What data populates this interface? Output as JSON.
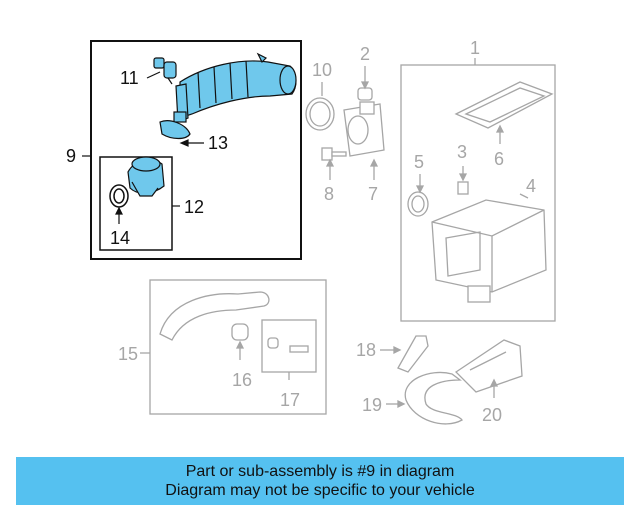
{
  "callouts": {
    "c1": "1",
    "c2": "2",
    "c3": "3",
    "c4": "4",
    "c5": "5",
    "c6": "6",
    "c7": "7",
    "c8": "8",
    "c9": "9",
    "c10": "10",
    "c11": "11",
    "c12": "12",
    "c13": "13",
    "c14": "14",
    "c15": "15",
    "c16": "16",
    "c17": "17",
    "c18": "18",
    "c19": "19",
    "c20": "20"
  },
  "banner": {
    "line1": "Part or sub-assembly is #9 in diagram",
    "line2": "Diagram may not be specific to your vehicle"
  },
  "colors": {
    "highlight_part": "#6fc8ec",
    "banner_bg": "#55c1f0",
    "dim_part": "#a6a6a6",
    "active_line": "#111111"
  }
}
